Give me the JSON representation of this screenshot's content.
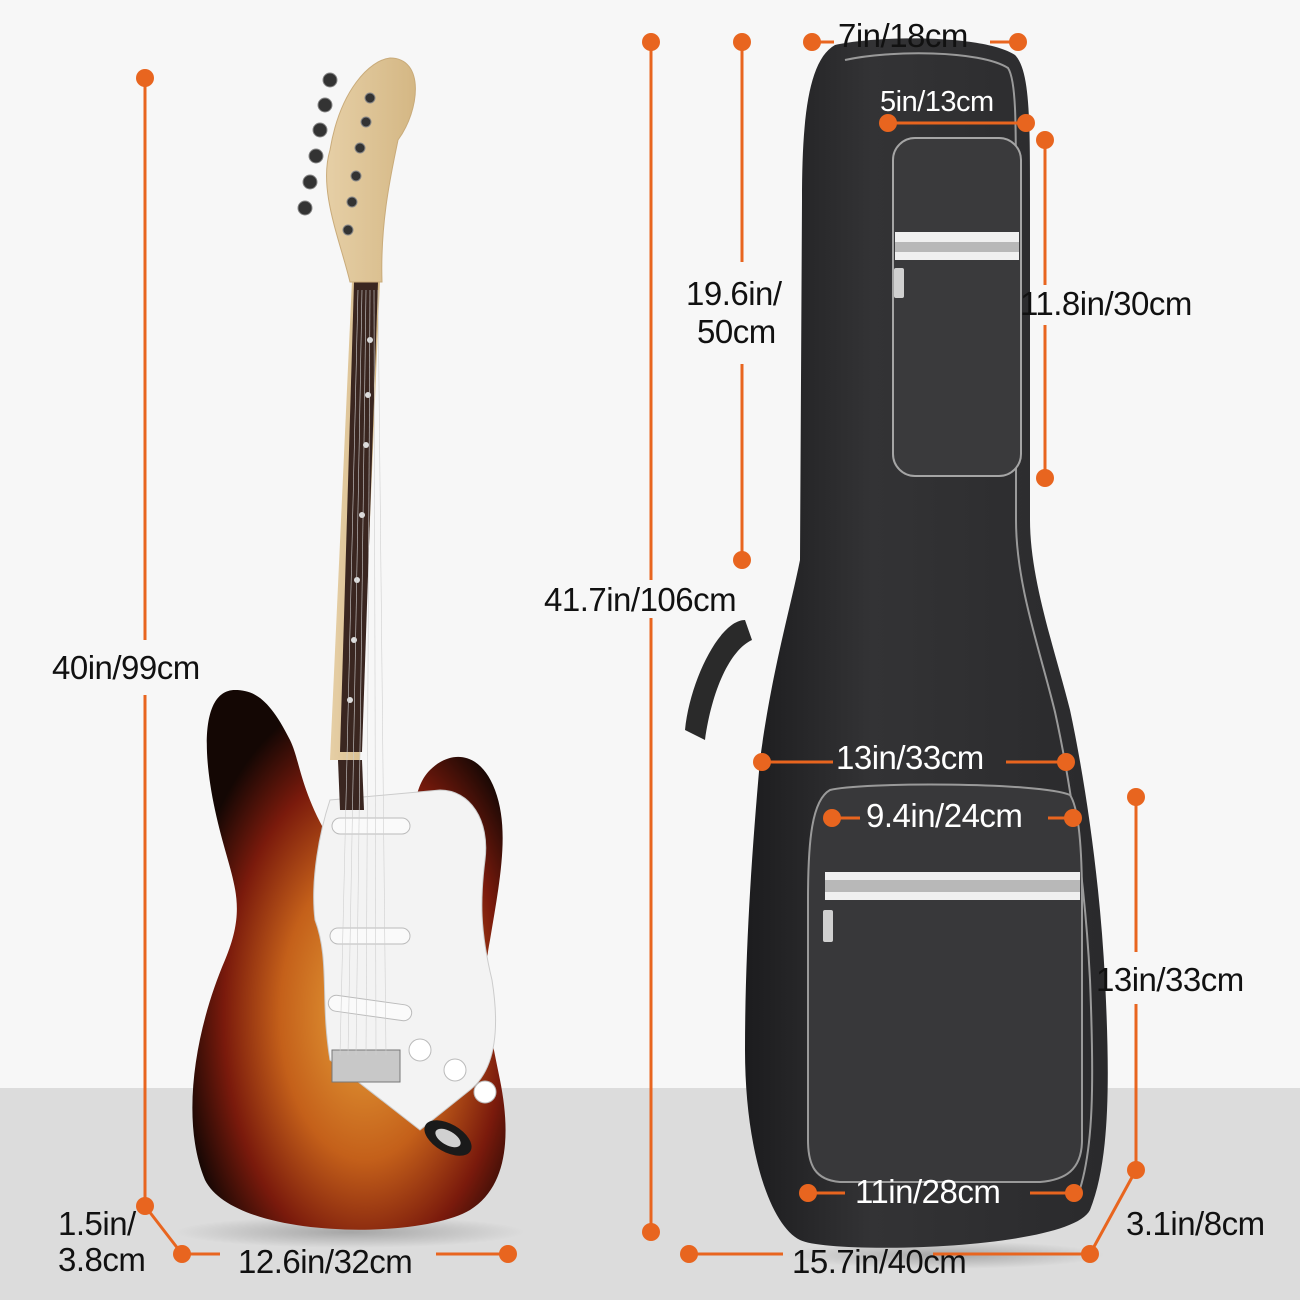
{
  "theme": {
    "accent": "#e8651f",
    "background": "#f7f7f7",
    "floor": "#dcdcdc",
    "text_dark": "#111111",
    "text_light": "#ffffff",
    "bag_color": "#2e2e30",
    "guitar_sunburst": [
      "#1a0a05",
      "#8a1e0c",
      "#d8731c",
      "#e8a23a"
    ]
  },
  "guitar": {
    "name": "electric-guitar-sunburst",
    "dimensions": {
      "total_length": "40in/99cm",
      "body_width": "12.6in/32cm",
      "body_depth_line1": "1.5in/",
      "body_depth_line2": "3.8cm"
    }
  },
  "gig_bag": {
    "name": "gig-bag-black",
    "dimensions": {
      "total_length": "41.7in/106cm",
      "neck_length_line1": "19.6in/",
      "neck_length_line2": "50cm",
      "headstock_width": "7in/18cm",
      "small_pocket_width": "5in/13cm",
      "small_pocket_height": "11.8in/30cm",
      "upper_bout_width": "13in/33cm",
      "large_pocket_width": "9.4in/24cm",
      "large_pocket_height": "13in/33cm",
      "lower_inner_width": "11in/28cm",
      "bottom_width": "15.7in/40cm",
      "depth": "3.1in/8cm"
    }
  }
}
